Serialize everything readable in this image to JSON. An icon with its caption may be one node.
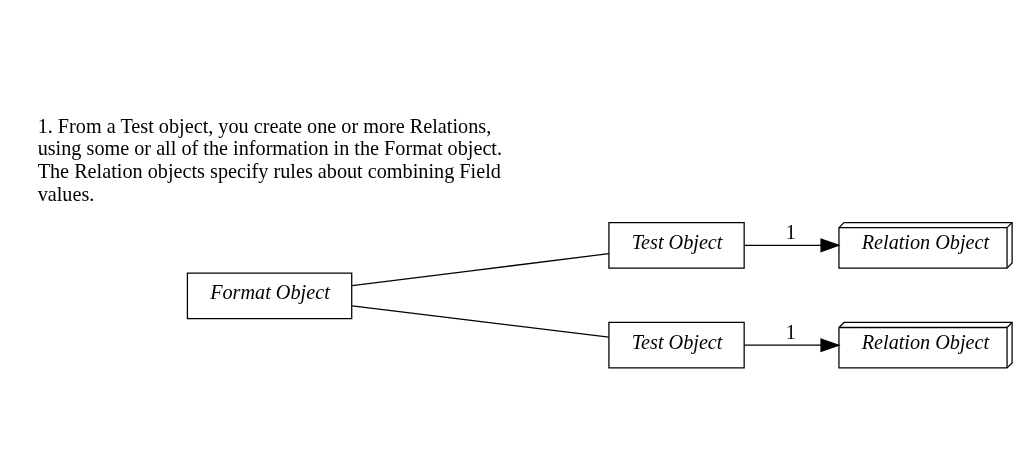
{
  "diagram": {
    "nodes": [
      {
        "text": [
          "Format Object"
        ]
      },
      {
        "text": [
          "Test Object"
        ]
      },
      {
        "text": [
          "Relation Object"
        ]
      },
      {
        "text": [
          "Test Object"
        ]
      },
      {
        "text": [
          "Relation Object"
        ]
      }
    ],
    "edges": [
      {
        "from": 0,
        "to": 1,
        "arrow": "none"
      },
      {
        "from": 0,
        "to": 3,
        "arrow": "none"
      },
      {
        "from": 1,
        "to": 2,
        "arrow": "to",
        "label": "1"
      },
      {
        "from": 3,
        "to": 4,
        "arrow": "to",
        "label": "1"
      }
    ],
    "labels": [
      "1. From a Test object, you create one or more Relations, using some or all of the information in the Format object. The Relation objects specify rules about combining Field values."
    ]
  }
}
